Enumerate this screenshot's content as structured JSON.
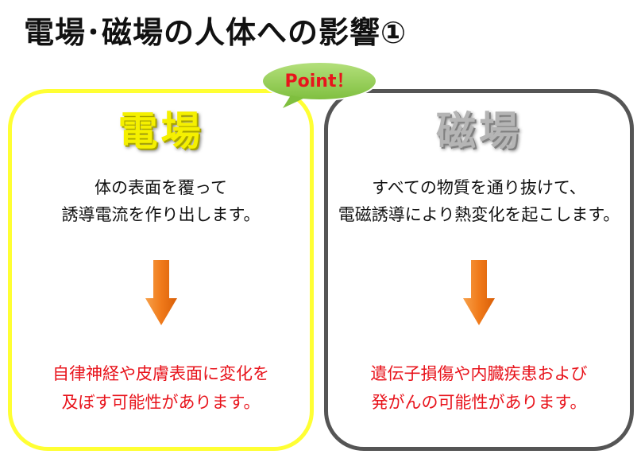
{
  "title": "電場･磁場の人体への影響①",
  "callout": {
    "label": "Point！"
  },
  "left_panel": {
    "heading": "電場",
    "description": [
      "体の表面を覆って",
      "誘導電流を作り出します。"
    ],
    "effect": [
      "自律神経や皮膚表面に変化を",
      "及ぼす可能性があります。"
    ]
  },
  "right_panel": {
    "heading": "磁場",
    "description": [
      "すべての物質を通り抜けて、",
      "電磁誘導により熱変化を起こします。"
    ],
    "effect": [
      "遺伝子損傷や内臓疾患および",
      "発がんの可能性があります。"
    ]
  },
  "colors": {
    "electric_border": "#ffff33",
    "magnetic_border": "#555555",
    "effect_text": "#e8141c",
    "arrow": "#f07a1a",
    "callout_fill": "#92d050"
  }
}
